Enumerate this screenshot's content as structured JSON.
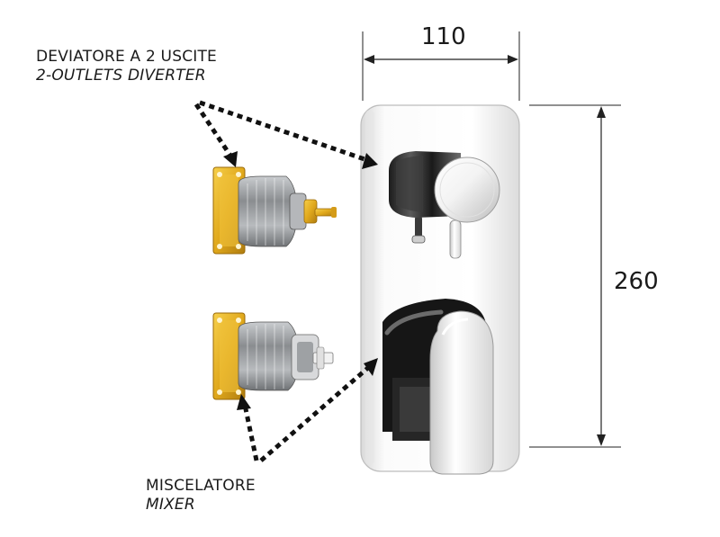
{
  "labels": {
    "diverter_it": "DEVIATORE A 2 USCITE",
    "diverter_en": "2-OUTLETS DIVERTER",
    "mixer_it": "MISCELATORE",
    "mixer_en": "MIXER"
  },
  "dimensions": {
    "width": "110",
    "height": "260"
  },
  "colors": {
    "chrome_dark": "#2b2b2b",
    "chrome_light": "#f2f2f2",
    "brass": "#e8b322",
    "brass_dark": "#b07d10",
    "cartridge": "#8d9093",
    "arrow": "#111111",
    "line": "#222222"
  }
}
